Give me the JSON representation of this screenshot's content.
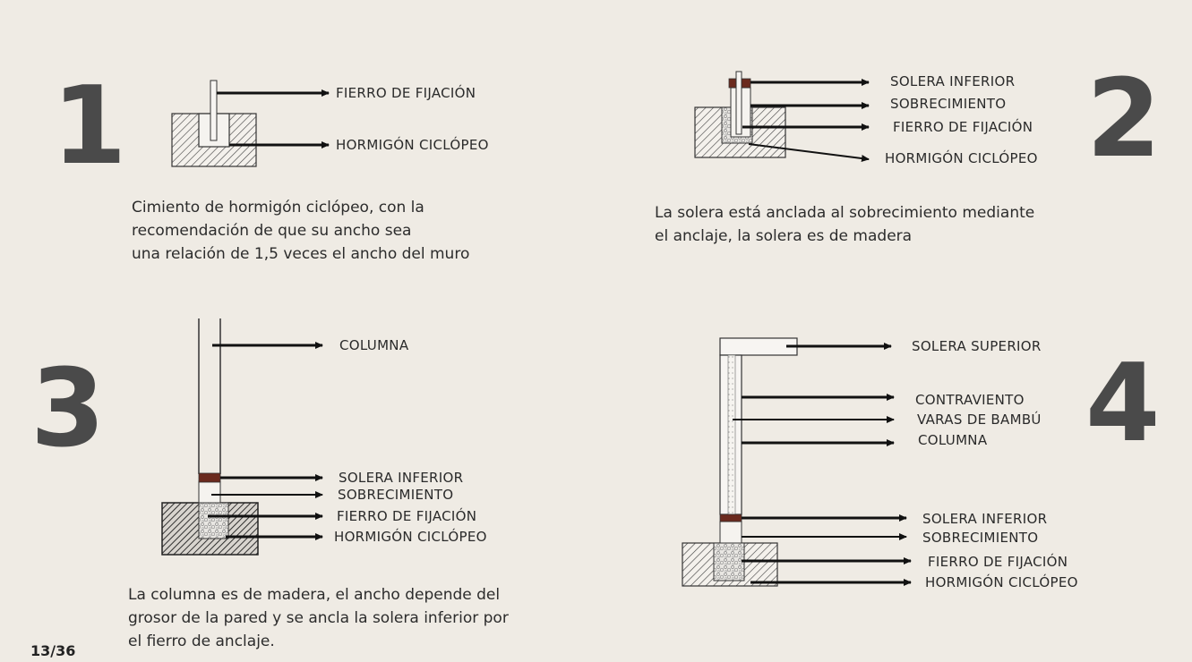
{
  "numbers": [
    "1",
    "2",
    "3",
    "4"
  ],
  "page_number": "13/36",
  "section1": {
    "labels": [
      "FIERRO DE FIJACIÓN",
      "HORMIGÓN CICLÓPEO"
    ],
    "caption": [
      "Cimiento de hormigón ciclópeo, con la",
      "recomendación de que su ancho sea",
      "una relación de 1,5 veces el ancho del muro"
    ]
  },
  "section2": {
    "labels": [
      "SOLERA INFERIOR",
      "SOBRECIMIENTO",
      "FIERRO DE FIJACIÓN",
      "HORMIGÓN CICLÓPEO"
    ],
    "caption": [
      "La solera está anclada al sobrecimiento mediante",
      "el anclaje, la solera es de madera"
    ]
  },
  "section3": {
    "labels": [
      "COLUMNA",
      "SOLERA INFERIOR",
      "SOBRECIMIENTO",
      "FIERRO DE FIJACIÓN",
      "HORMIGÓN CICLÓPEO"
    ],
    "caption": [
      "La columna es de madera, el ancho depende del",
      "grosor de la pared y se ancla la solera inferior por",
      "el fierro de anclaje."
    ]
  },
  "section4": {
    "labels": [
      "SOLERA SUPERIOR",
      "CONTRAVIENTO",
      "VARAS DE BAMBÚ",
      "COLUMNA",
      "SOLERA INFERIOR",
      "SOBRECIMIENTO",
      "FIERRO DE FIJACIÓN",
      "HORMIGÓN CICLÓPEO"
    ]
  },
  "colors": {
    "background": "#efebe4",
    "number": "#4a4a4a",
    "solera": "#6b2a1e",
    "line": "#111111"
  }
}
